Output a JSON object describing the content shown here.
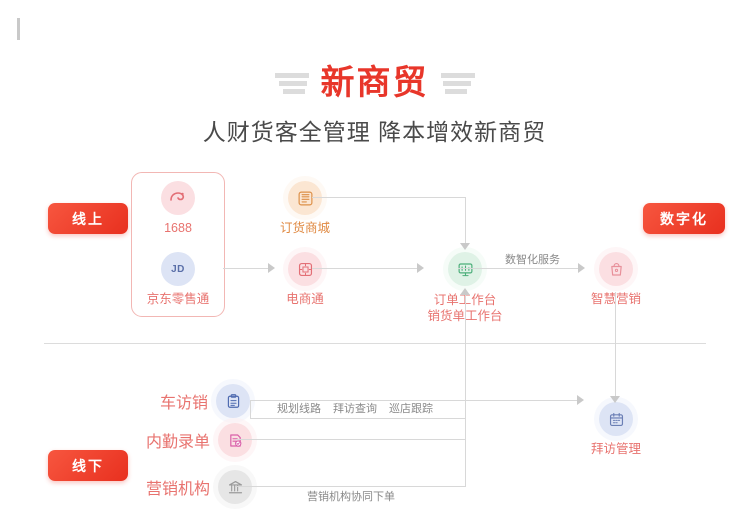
{
  "header": {
    "title": "新商贸",
    "subtitle": "人财货客全管理 降本增效新商贸"
  },
  "badges": {
    "online": "线上",
    "offline": "线下",
    "digital": "数字化"
  },
  "online_group": {
    "items": [
      {
        "label": "1688",
        "icon": "alibaba-1688-icon",
        "icon_text": "1688",
        "color": "#fbdfe2"
      },
      {
        "label": "京东零售通",
        "icon": "jd-icon",
        "icon_text": "JD",
        "color": "#dde4f5"
      }
    ]
  },
  "nodes": {
    "order_mall": {
      "label": "订货商城",
      "icon": "shop-icon"
    },
    "ecommerce": {
      "label": "电商通",
      "icon": "ecommerce-icon"
    },
    "workbench": {
      "label_line1": "订单工作台",
      "label_line2": "销货单工作台",
      "icon": "monitor-icon"
    },
    "smart_marketing": {
      "label": "智慧营销",
      "icon": "bag-icon"
    },
    "visit_management": {
      "label": "拜访管理",
      "icon": "calendar-icon"
    },
    "vehicle_sales": {
      "label": "车访销",
      "icon": "clipboard-icon"
    },
    "office_entry": {
      "label": "内勤录单",
      "icon": "document-check-icon"
    },
    "marketing_org": {
      "label": "营销机构",
      "icon": "bank-icon"
    }
  },
  "flow_labels": {
    "digital_service": "数智化服务",
    "visit_features": [
      "规划线路",
      "拜访查询",
      "巡店跟踪"
    ],
    "org_collaboration": "营销机构协同下单"
  },
  "colors": {
    "brand_red": "#e8362a",
    "badge_gradient_start": "#f7563f",
    "badge_gradient_end": "#e8301f",
    "label_pink": "#e8736f",
    "label_orange": "#e08a43",
    "line_gray": "#d8d8d8",
    "subtitle_gray": "#4a4a4a",
    "box_border_pink": "#f2b7b4"
  }
}
